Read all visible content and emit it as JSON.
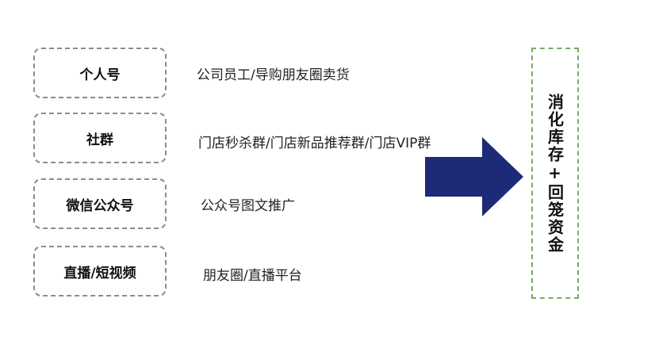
{
  "channels": [
    {
      "label": "个人号",
      "description": "公司员工/导购朋友圈卖货"
    },
    {
      "label": "社群",
      "description": "门店秒杀群/门店新品推荐群/门店VIP群"
    },
    {
      "label": "微信公众号",
      "description": "公众号图文推广"
    },
    {
      "label": "直播/短视频",
      "description": "朋友圈/直播平台"
    }
  ],
  "outcome": {
    "label": "消化库存+回笼资金"
  },
  "colors": {
    "arrow": "#1c2a78",
    "channel_border": "#8c8c8c",
    "outcome_border": "#7aa867"
  }
}
